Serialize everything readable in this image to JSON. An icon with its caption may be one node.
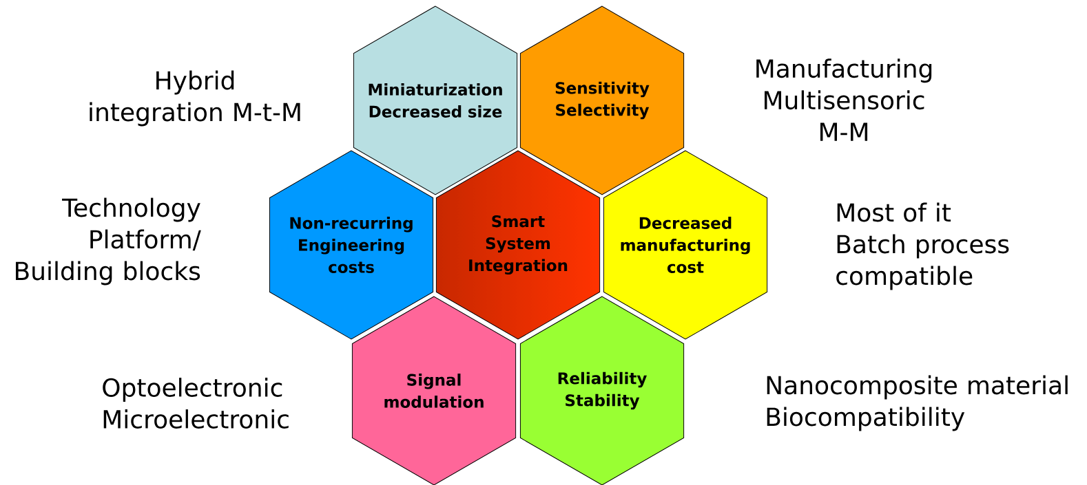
{
  "diagram": {
    "nodes": [
      {
        "text": [
          "Miniaturization",
          "Decreased size"
        ]
      },
      {
        "text": [
          "Sensitivity",
          "Selectivity"
        ]
      },
      {
        "text": [
          "Non-recurring Engineering costs"
        ]
      },
      {
        "text": [
          "Smart System Integration"
        ]
      },
      {
        "text": [
          "Decreased manufacturing cost"
        ]
      },
      {
        "text": [
          "Signal modulation"
        ]
      },
      {
        "text": [
          "Reliability",
          "Stability"
        ]
      }
    ],
    "labels": [
      "Hybrid integration M-t-M",
      "Manufacturing Multisensoric M-M",
      "Technology Platform/ Building blocks",
      "Most of it Batch process compatible",
      "Optoelectronic Microelectronic",
      "Nanocomposite material Biocompatibility"
    ]
  }
}
